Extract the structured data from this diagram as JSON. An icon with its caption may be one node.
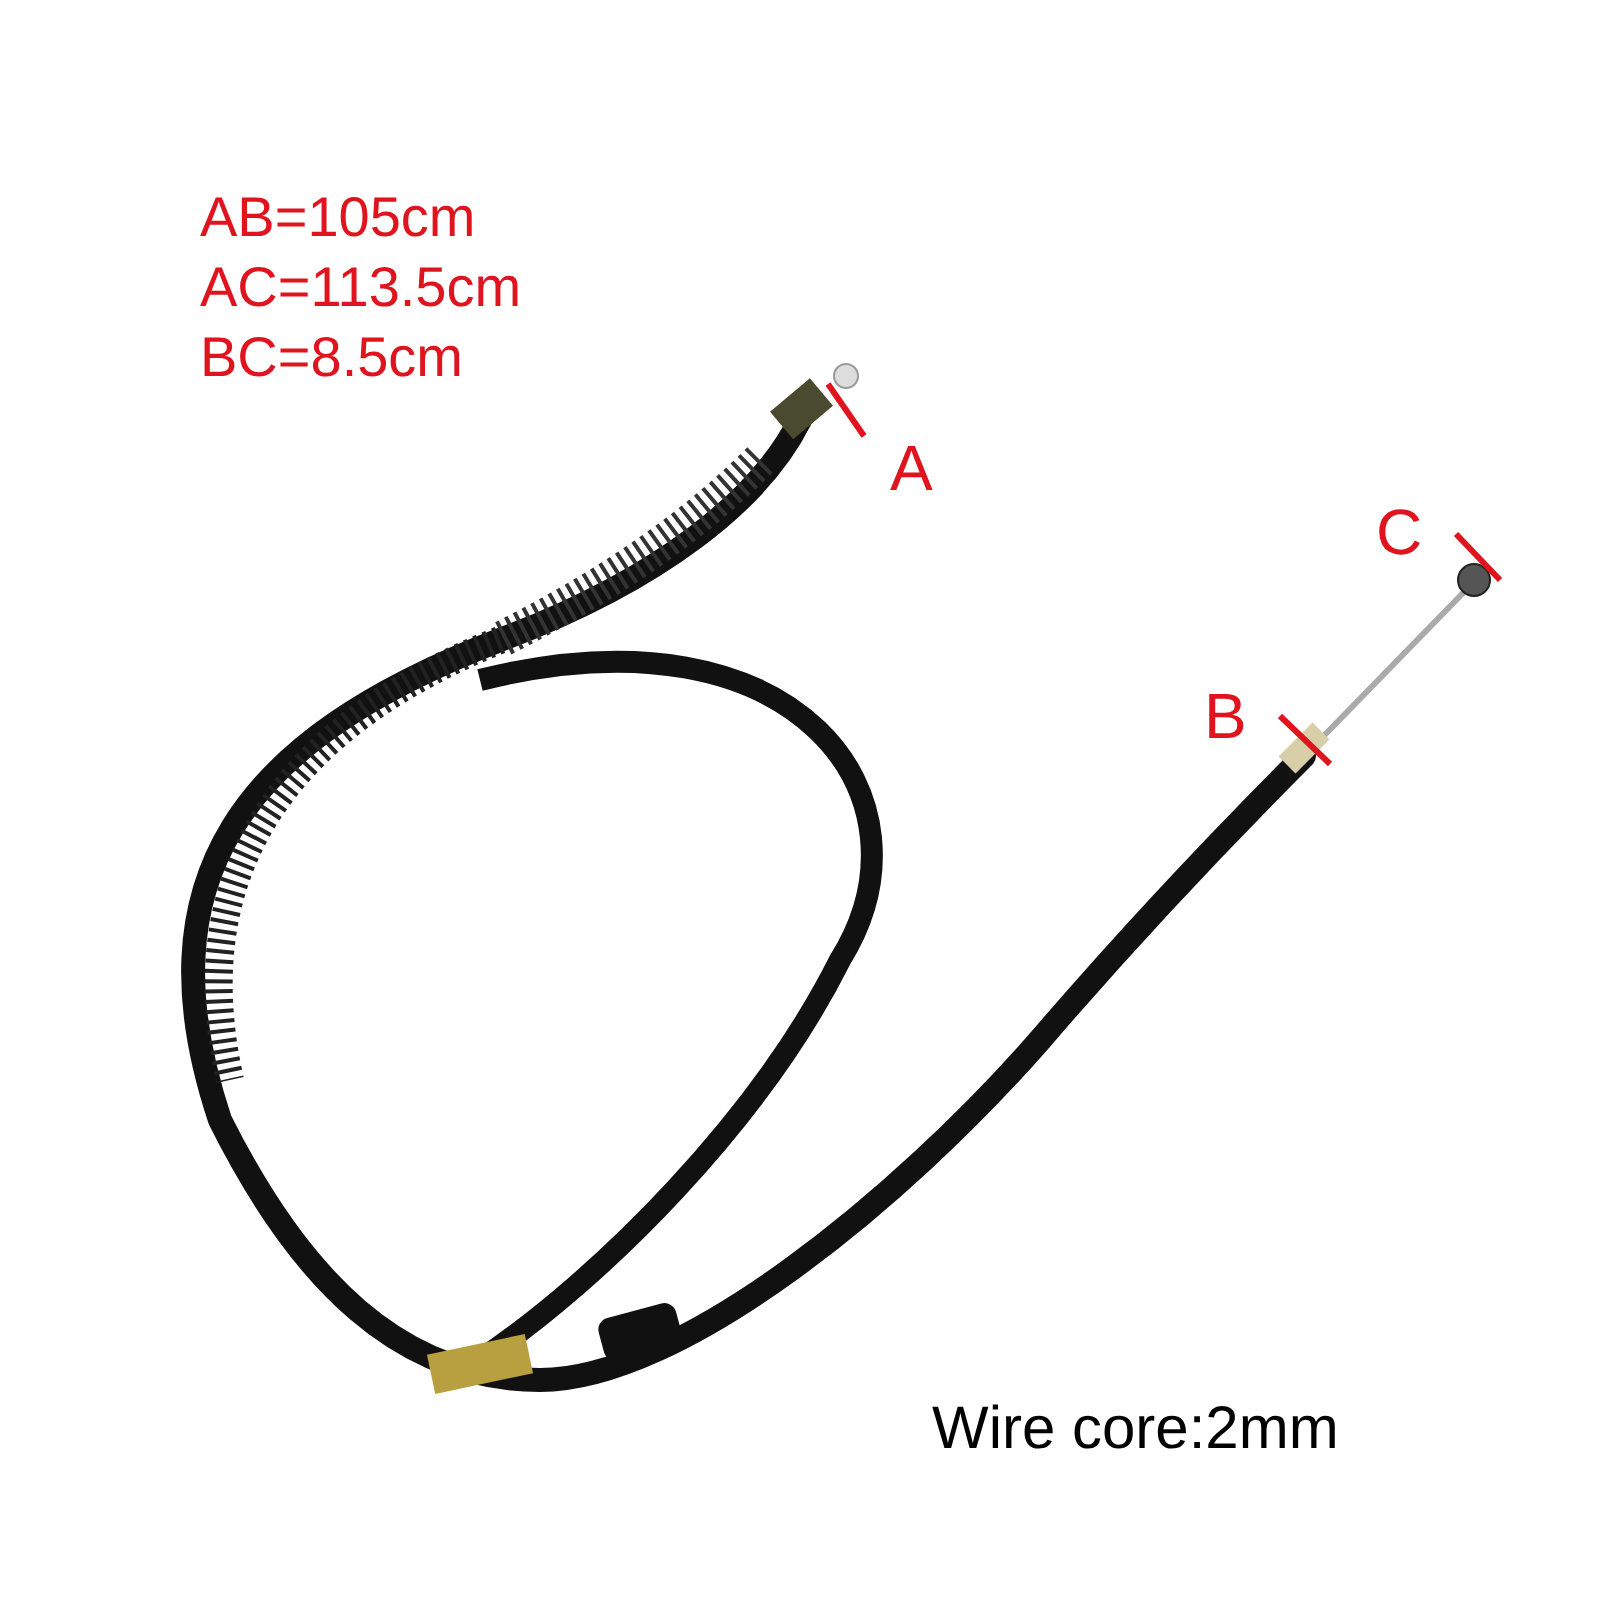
{
  "diagram": {
    "labels": [
      "AB=105cm",
      "AC=113.5cm",
      "BC=8.5cm",
      "A",
      "C",
      "B",
      "Wire core:2mm"
    ]
  }
}
